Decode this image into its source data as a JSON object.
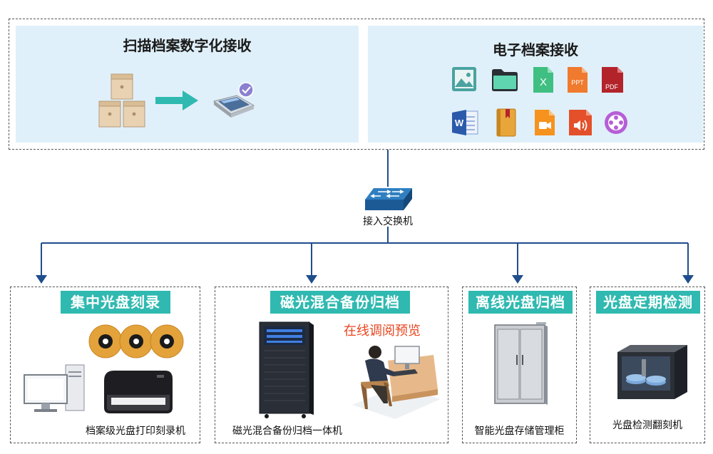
{
  "top": {
    "scan_title": "扫描档案数字化接收",
    "elec_title": "电子档案接收",
    "file_icons": {
      "xlsx_letter": "X",
      "ppt_label": "PPT",
      "pdf_label": "PDF",
      "word_letter": "W"
    }
  },
  "switch": {
    "label": "接入交换机"
  },
  "sections": [
    {
      "title": "集中光盘刻录",
      "caption": "档案级光盘打印刻录机"
    },
    {
      "title": "磁光混合备份归档",
      "caption": "磁光混合备份归档一体机",
      "extra_label": "在线调阅预览"
    },
    {
      "title": "离线光盘归档",
      "caption": "智能光盘存储管理柜"
    },
    {
      "title": "光盘定期检测",
      "caption": "光盘检测翻刻机"
    }
  ],
  "colors": {
    "banner": "#2fb9b0",
    "panel": "#e0f0fa",
    "line": "#1f4e8c",
    "red_text": "#e8451f"
  }
}
